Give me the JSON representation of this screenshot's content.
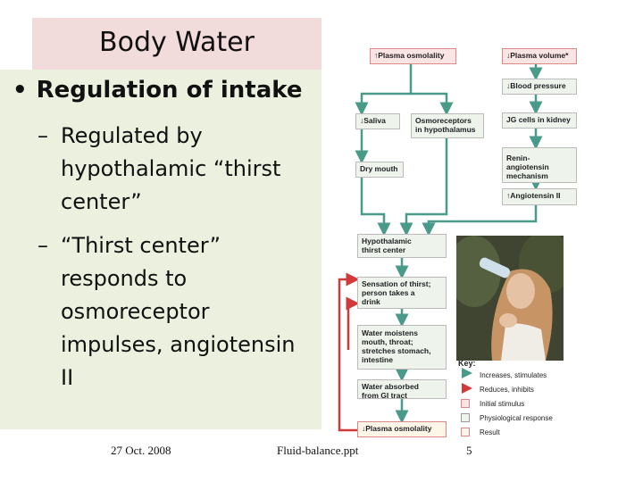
{
  "slide": {
    "title": "Body Water",
    "bullet": "Regulation of intake",
    "subs": [
      {
        "dash": "–",
        "text": "Regulated by\nhypothalamic “thirst\ncenter”"
      },
      {
        "dash": "–",
        "text": "“Thirst center”\nresponds to\nosmoreceptor\nimpulses, angiotensin\nII"
      }
    ]
  },
  "footer": {
    "date": "27 Oct. 2008",
    "file": "Fluid-balance.ppt",
    "page": "5"
  },
  "diagram": {
    "plasma_osmolality_up": "↑Plasma osmolality",
    "plasma_volume_down": "↓Plasma volume*",
    "blood_pressure_down": "↓Blood pressure",
    "saliva_down": "↓Saliva",
    "osmoreceptors": "Osmoreceptors\nin hypothalamus",
    "jg_cells": "JG cells in kidney",
    "dry_mouth": "Dry mouth",
    "renin": "Renin-angiotensin\nmechanism",
    "angiotensin": "↑Angiotensin II",
    "hypothalamic": "Hypothalamic\nthirst center",
    "sensation": "Sensation of thirst;\nperson takes a\ndrink",
    "water_moistens": "Water moistens\nmouth, throat;\nstretches stomach,\nintestine",
    "water_absorbed": "Water absorbed\nfrom GI tract",
    "plasma_osmolality_down": "↓Plasma osmolality"
  },
  "key": {
    "title": "Key:",
    "items": [
      "Increases, stimulates",
      "Reduces, inhibits",
      "Initial stimulus",
      "Physiological response",
      "Result"
    ]
  },
  "colors": {
    "title_bg": "#f2dcdb",
    "content_bg": "#ebf1de",
    "arrow_green": "#4a9a8a",
    "arrow_red": "#d23a3a"
  }
}
